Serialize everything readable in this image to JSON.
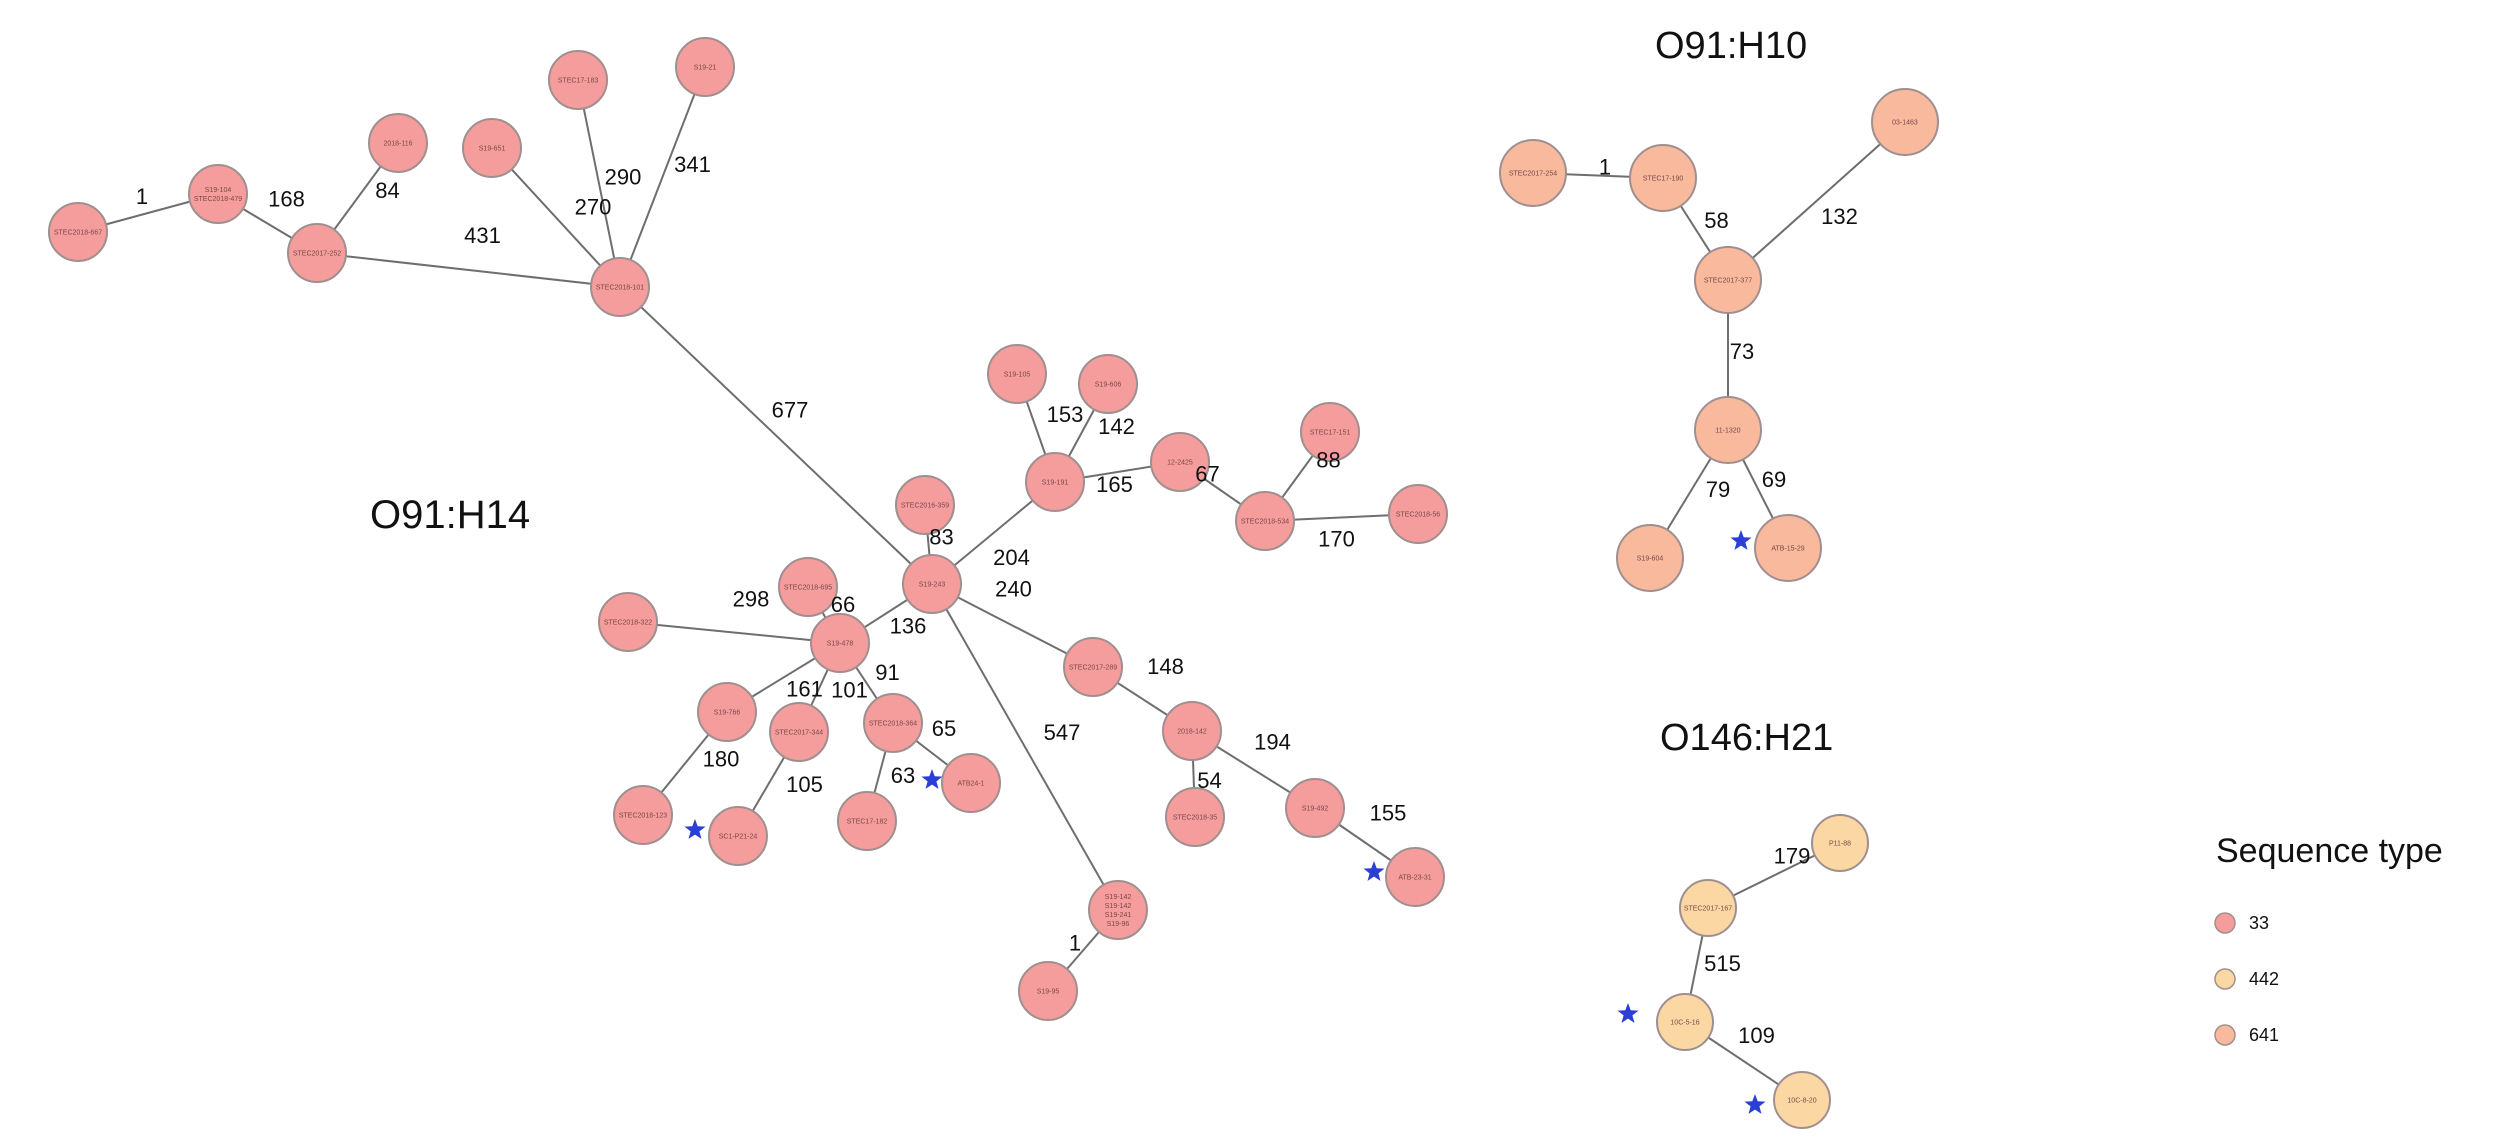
{
  "colors": {
    "st33": "#f59d9d",
    "st442": "#fbd7a3",
    "st641": "#f8b99d",
    "node_stroke": "#a08f8f",
    "edge": "#6e6e6e",
    "star": "#2b3fd6"
  },
  "clusters": [
    {
      "id": "o91h14",
      "label": "O91:H14"
    },
    {
      "id": "o91h10",
      "label": "O91:H10"
    },
    {
      "id": "o146h21",
      "label": "O146:H21"
    }
  ],
  "nodes": [
    {
      "id": "n_stec2018_667",
      "label": "STEC2018-667",
      "st": "33"
    },
    {
      "id": "n_s19_104",
      "label": "S19-104|STEC2018-479",
      "st": "33"
    },
    {
      "id": "n_2018_116",
      "label": "2018-116",
      "st": "33"
    },
    {
      "id": "n_stec2017_252",
      "label": "STEC2017-252",
      "st": "33"
    },
    {
      "id": "n_s19_651",
      "label": "S19-651",
      "st": "33"
    },
    {
      "id": "n_stec17_183",
      "label": "STEC17-183",
      "st": "33"
    },
    {
      "id": "n_s19_21",
      "label": "S19-21",
      "st": "33"
    },
    {
      "id": "n_stec2018_101",
      "label": "STEC2018-101",
      "st": "33"
    },
    {
      "id": "n_s19_105",
      "label": "S19-105",
      "st": "33"
    },
    {
      "id": "n_s19_606",
      "label": "S19-606",
      "st": "33"
    },
    {
      "id": "n_12_2425",
      "label": "12-2425",
      "st": "33"
    },
    {
      "id": "n_stec17_151",
      "label": "STEC17-151",
      "st": "33"
    },
    {
      "id": "n_s19_191",
      "label": "S19-191",
      "st": "33"
    },
    {
      "id": "n_stec2018_534",
      "label": "STEC2018-534",
      "st": "33"
    },
    {
      "id": "n_stec2018_56",
      "label": "STEC2018-56",
      "st": "33"
    },
    {
      "id": "n_stec2016_359",
      "label": "STEC2016-359",
      "st": "33"
    },
    {
      "id": "n_s19_243",
      "label": "S19-243",
      "st": "33"
    },
    {
      "id": "n_stec2018_695",
      "label": "STEC2018-695",
      "st": "33"
    },
    {
      "id": "n_stec2018_322",
      "label": "STEC2018-322",
      "st": "33"
    },
    {
      "id": "n_s19_478",
      "label": "S19-478",
      "st": "33"
    },
    {
      "id": "n_stec2017_289",
      "label": "STEC2017-289",
      "st": "33"
    },
    {
      "id": "n_s19_766",
      "label": "S19-766",
      "st": "33"
    },
    {
      "id": "n_stec2017_344",
      "label": "STEC2017-344",
      "st": "33"
    },
    {
      "id": "n_stec2018_364",
      "label": "STEC2018-364",
      "st": "33"
    },
    {
      "id": "n_2018_142",
      "label": "2018-142",
      "st": "33"
    },
    {
      "id": "n_stec2018_123",
      "label": "STEC2018-123",
      "st": "33"
    },
    {
      "id": "n_sc1_p21",
      "label": "SC1-P21-24",
      "st": "33",
      "star": true
    },
    {
      "id": "n_stec17_182",
      "label": "STEC17-182",
      "st": "33"
    },
    {
      "id": "n_atb24_1",
      "label": "ATB24-1",
      "st": "33",
      "star": true
    },
    {
      "id": "n_stec2018_35",
      "label": "STEC2018-35",
      "st": "33"
    },
    {
      "id": "n_s19_492",
      "label": "S19-492",
      "st": "33"
    },
    {
      "id": "n_atb_23_31",
      "label": "ATB-23-31",
      "st": "33",
      "star": true
    },
    {
      "id": "n_s19_142",
      "label": "S19-142|S19-142|S19-241|S19-96",
      "st": "33"
    },
    {
      "id": "n_s19_95",
      "label": "S19-95",
      "st": "33"
    },
    {
      "id": "n_stec2017_254",
      "label": "STEC2017-254",
      "st": "641"
    },
    {
      "id": "n_stec17_190",
      "label": "STEC17-190",
      "st": "641"
    },
    {
      "id": "n_03_1463",
      "label": "03-1463",
      "st": "641"
    },
    {
      "id": "n_stec2017_377",
      "label": "STEC2017-377",
      "st": "641"
    },
    {
      "id": "n_11_1320",
      "label": "11-1320",
      "st": "641"
    },
    {
      "id": "n_s19_604",
      "label": "S19-604",
      "st": "641"
    },
    {
      "id": "n_atb_15_29",
      "label": "ATB-15-29",
      "st": "641",
      "star": true
    },
    {
      "id": "n_p11_88",
      "label": "P11-88",
      "st": "442"
    },
    {
      "id": "n_stec2017_167",
      "label": "STEC2017-167",
      "st": "442"
    },
    {
      "id": "n_10c_5",
      "label": "10C-5-16",
      "st": "442",
      "star": true
    },
    {
      "id": "n_10c_8",
      "label": "10C-8-20",
      "st": "442",
      "star": true
    }
  ],
  "edges": [
    {
      "a": "n_stec2018_667",
      "b": "n_s19_104",
      "w": "1"
    },
    {
      "a": "n_s19_104",
      "b": "n_stec2017_252",
      "w": "168"
    },
    {
      "a": "n_2018_116",
      "b": "n_stec2017_252",
      "w": "84"
    },
    {
      "a": "n_stec2017_252",
      "b": "n_stec2018_101",
      "w": "431"
    },
    {
      "a": "n_s19_651",
      "b": "n_stec2018_101",
      "w": "270"
    },
    {
      "a": "n_stec17_183",
      "b": "n_stec2018_101",
      "w": "290"
    },
    {
      "a": "n_s19_21",
      "b": "n_stec2018_101",
      "w": "341"
    },
    {
      "a": "n_stec2018_101",
      "b": "n_s19_243",
      "w": "677"
    },
    {
      "a": "n_s19_105",
      "b": "n_s19_191",
      "w": "153"
    },
    {
      "a": "n_s19_606",
      "b": "n_s19_191",
      "w": "142"
    },
    {
      "a": "n_s19_191",
      "b": "n_12_2425",
      "w": "165"
    },
    {
      "a": "n_12_2425",
      "b": "n_stec2018_534",
      "w": "67"
    },
    {
      "a": "n_stec17_151",
      "b": "n_stec2018_534",
      "w": "88"
    },
    {
      "a": "n_stec2018_534",
      "b": "n_stec2018_56",
      "w": "170"
    },
    {
      "a": "n_s19_243",
      "b": "n_s19_191",
      "w": "204"
    },
    {
      "a": "n_stec2016_359",
      "b": "n_s19_243",
      "w": "83"
    },
    {
      "a": "n_s19_243",
      "b": "n_stec2017_289",
      "w": "240"
    },
    {
      "a": "n_stec2017_289",
      "b": "n_2018_142",
      "w": "148"
    },
    {
      "a": "n_2018_142",
      "b": "n_stec2018_35",
      "w": "54"
    },
    {
      "a": "n_2018_142",
      "b": "n_s19_492",
      "w": "194"
    },
    {
      "a": "n_s19_492",
      "b": "n_atb_23_31",
      "w": "155"
    },
    {
      "a": "n_s19_243",
      "b": "n_s19_142",
      "w": "547"
    },
    {
      "a": "n_s19_142",
      "b": "n_s19_95",
      "w": "1"
    },
    {
      "a": "n_s19_243",
      "b": "n_s19_478",
      "w": "136"
    },
    {
      "a": "n_stec2018_695",
      "b": "n_s19_478",
      "w": "66"
    },
    {
      "a": "n_stec2018_322",
      "b": "n_s19_478",
      "w": "298"
    },
    {
      "a": "n_s19_478",
      "b": "n_s19_766",
      "w": "161"
    },
    {
      "a": "n_s19_478",
      "b": "n_stec2017_344",
      "w": "101"
    },
    {
      "a": "n_s19_478",
      "b": "n_stec2018_364",
      "w": "91"
    },
    {
      "a": "n_s19_766",
      "b": "n_stec2018_123",
      "w": "180"
    },
    {
      "a": "n_stec2017_344",
      "b": "n_sc1_p21",
      "w": "105"
    },
    {
      "a": "n_stec2018_364",
      "b": "n_stec17_182",
      "w": "63"
    },
    {
      "a": "n_stec2018_364",
      "b": "n_atb24_1",
      "w": "65"
    },
    {
      "a": "n_stec2017_254",
      "b": "n_stec17_190",
      "w": "1"
    },
    {
      "a": "n_stec17_190",
      "b": "n_stec2017_377",
      "w": "58"
    },
    {
      "a": "n_03_1463",
      "b": "n_stec2017_377",
      "w": "132"
    },
    {
      "a": "n_stec2017_377",
      "b": "n_11_1320",
      "w": "73"
    },
    {
      "a": "n_11_1320",
      "b": "n_s19_604",
      "w": "79"
    },
    {
      "a": "n_11_1320",
      "b": "n_atb_15_29",
      "w": "69"
    },
    {
      "a": "n_stec2017_167",
      "b": "n_p11_88",
      "w": "179"
    },
    {
      "a": "n_stec2017_167",
      "b": "n_10c_5",
      "w": "515"
    },
    {
      "a": "n_10c_5",
      "b": "n_10c_8",
      "w": "109"
    }
  ],
  "legend": {
    "title": "Sequence type",
    "items": [
      {
        "label": "33",
        "st": "33"
      },
      {
        "label": "442",
        "st": "442"
      },
      {
        "label": "641",
        "st": "641"
      }
    ]
  }
}
